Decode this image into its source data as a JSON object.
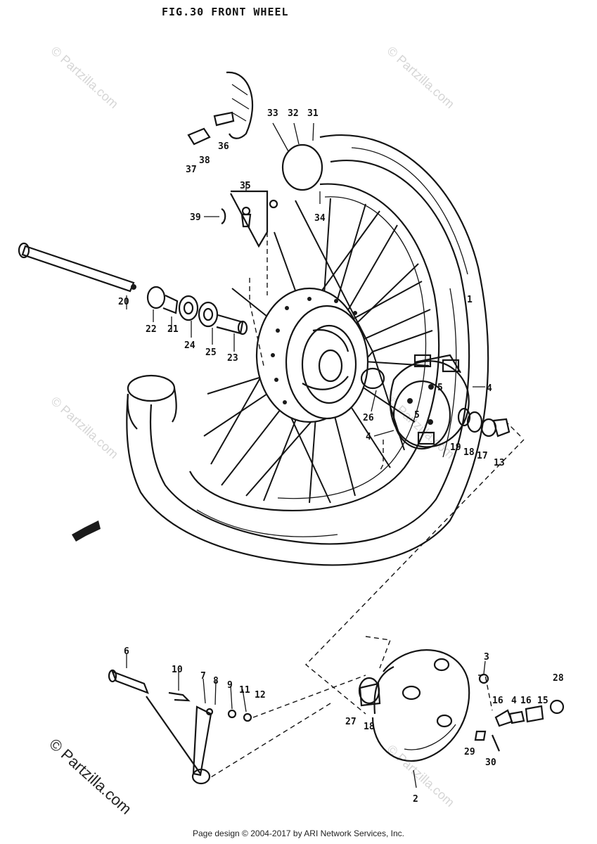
{
  "figure": {
    "title": "FIG.30  FRONT WHEEL"
  },
  "footer": {
    "text": "Page design © 2004-2017 by ARI Network Services, Inc."
  },
  "watermarks": {
    "light": "© Partzilla.com",
    "dark": "© Partzilla.com"
  },
  "callouts": {
    "c1": "1",
    "c2": "2",
    "c3": "3",
    "c4a": "4",
    "c4b": "4",
    "c4c": "4",
    "c5a": "5",
    "c5b": "5",
    "c6": "6",
    "c7": "7",
    "c8": "8",
    "c9": "9",
    "c10": "10",
    "c11": "11",
    "c12": "12",
    "c13": "13",
    "c15": "15",
    "c16a": "16",
    "c16b": "16",
    "c17": "17",
    "c18a": "18",
    "c18b": "18",
    "c19": "19",
    "c20": "20",
    "c21": "21",
    "c22": "22",
    "c23": "23",
    "c24": "24",
    "c25": "25",
    "c26": "26",
    "c27": "27",
    "c28": "28",
    "c29": "29",
    "c30": "30",
    "c31": "31",
    "c32": "32",
    "c33": "33",
    "c34": "34",
    "c35": "35",
    "c36": "36",
    "c37": "37",
    "c38": "38",
    "c39": "39"
  }
}
